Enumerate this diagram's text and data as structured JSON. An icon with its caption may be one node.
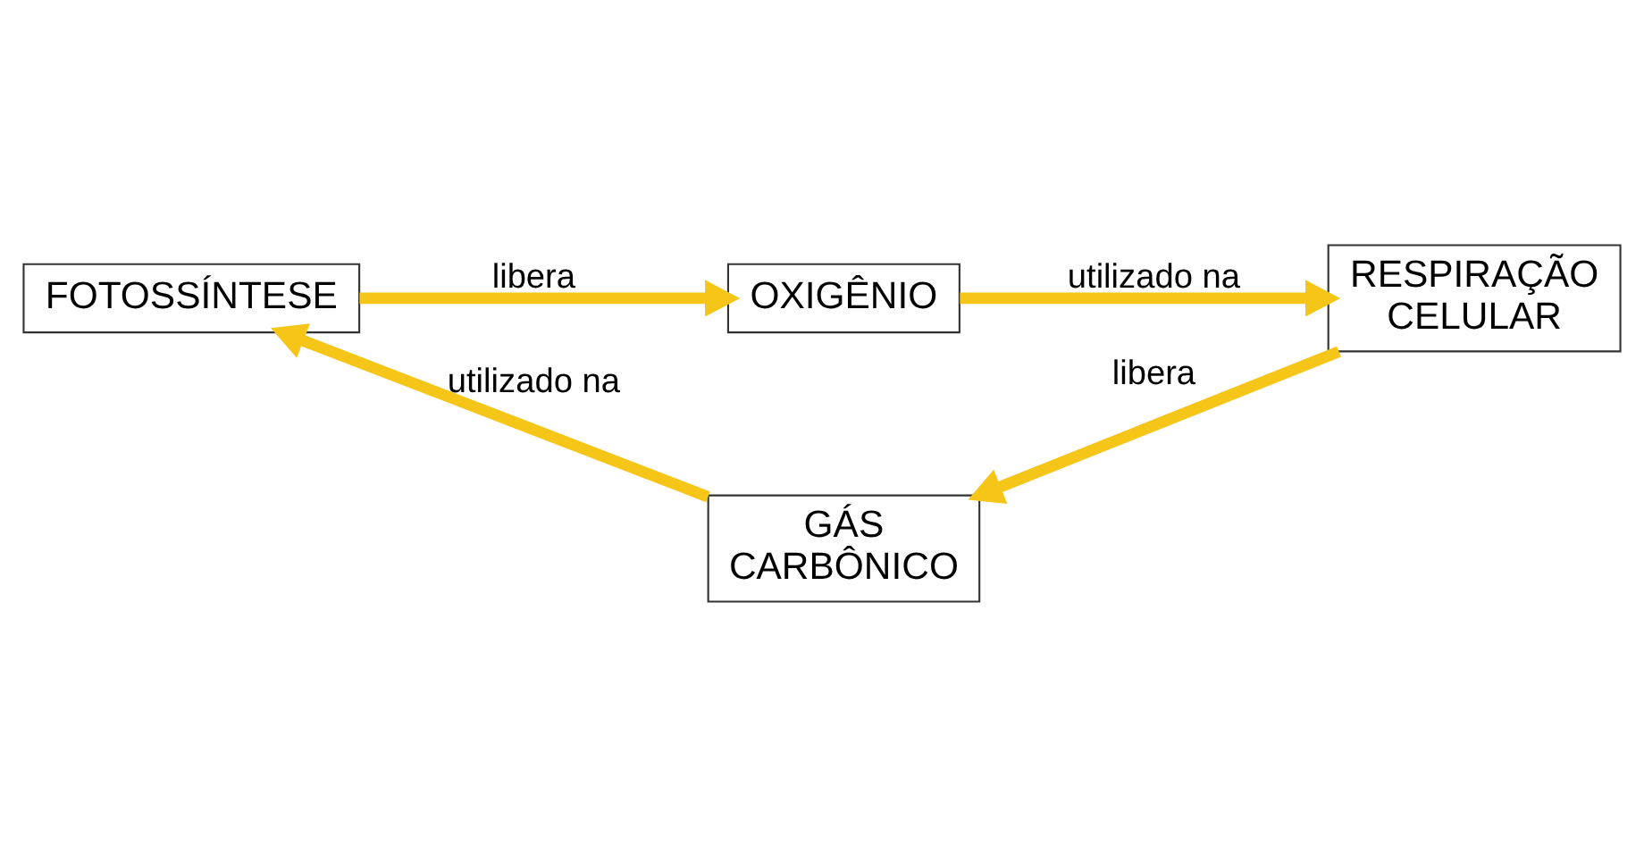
{
  "diagram": {
    "nodes": [
      {
        "text": [
          "FOTOSSÍNTESE"
        ]
      },
      {
        "text": [
          "OXIGÊNIO"
        ]
      },
      {
        "text": [
          "RESPIRAÇÃO CELULAR"
        ]
      },
      {
        "text": [
          "GÁS CARBÔNICO"
        ]
      }
    ],
    "edges": [
      {
        "from": 0,
        "to": 1,
        "arrow": "to",
        "label": "libera"
      },
      {
        "from": 1,
        "to": 2,
        "arrow": "to",
        "label": "utilizado na"
      },
      {
        "from": 2,
        "to": 3,
        "arrow": "to",
        "label": "libera"
      },
      {
        "from": 3,
        "to": 0,
        "arrow": "to",
        "label": "utilizado na"
      }
    ]
  }
}
